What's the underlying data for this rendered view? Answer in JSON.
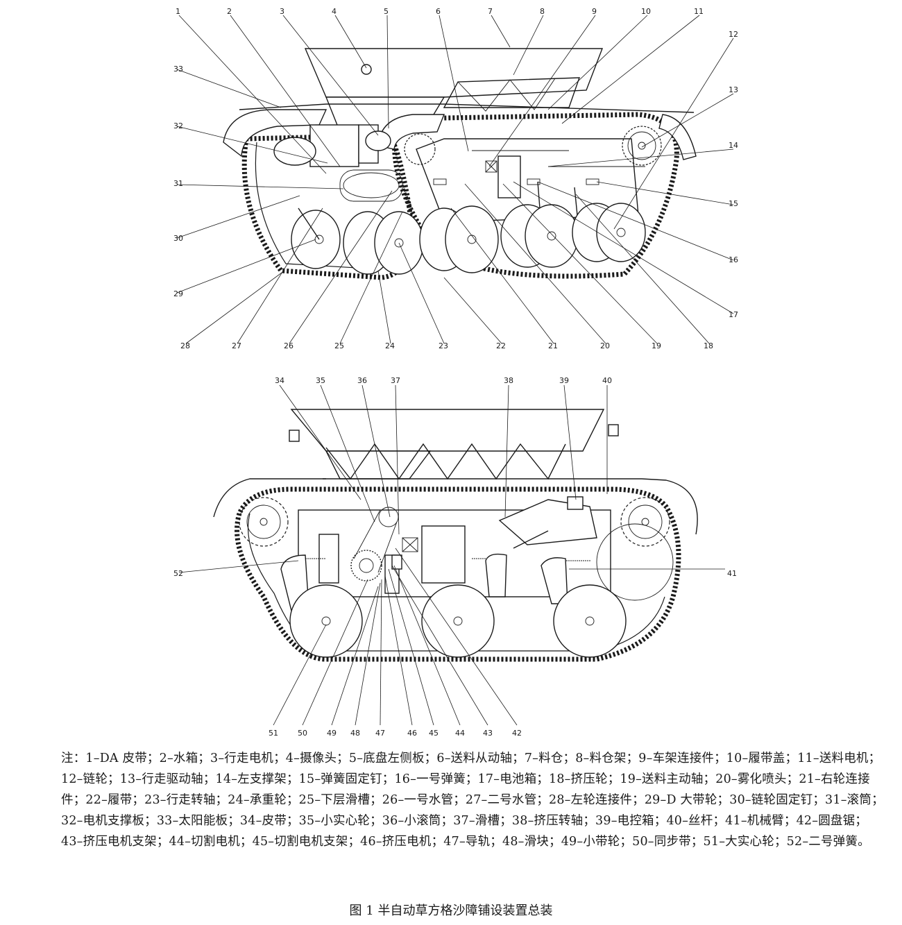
{
  "figure": {
    "top_view_labels": [
      "1",
      "2",
      "3",
      "4",
      "5",
      "6",
      "7",
      "8",
      "9",
      "10",
      "11",
      "12",
      "13",
      "14",
      "15",
      "16",
      "17",
      "18",
      "19",
      "20",
      "21",
      "22",
      "23",
      "24",
      "25",
      "26",
      "27",
      "28",
      "29",
      "30",
      "31",
      "32",
      "33"
    ],
    "side_view_labels": [
      "34",
      "35",
      "36",
      "37",
      "38",
      "39",
      "40",
      "41",
      "42",
      "43",
      "44",
      "45",
      "46",
      "47",
      "48",
      "49",
      "50",
      "51",
      "52"
    ]
  },
  "notes": {
    "prefix": "注：",
    "text": "1–DA 皮带；2–水箱；3–行走电机；4–摄像头；5–底盘左侧板；6–送料从动轴；7–料仓；8–料仓架；9–车架连接件；10–履带盖；11–送料电机；12–链轮；13–行走驱动轴；14–左支撑架；15–弹簧固定钉；16–一号弹簧；17–电池箱；18–挤压轮；19–送料主动轴；20–雾化喷头；21–右轮连接件；22–履带；23–行走转轴；24–承重轮；25–下层滑槽；26–一号水管；27–二号水管；28–左轮连接件；29–D 大带轮；30–链轮固定钉；31–滚筒；32–电机支撑板；33–太阳能板；34–皮带；35–小实心轮；36–小滚筒；37–滑槽；38–挤压转轴；39–电控箱；40–丝杆；41–机械臂；42–圆盘锯；43–挤压电机支架；44–切割电机；45–切割电机支架；46–挤压电机；47–导轨；48–滑块；49–小带轮；50–同步带；51–大实心轮；52–二号弹簧。"
  },
  "caption": "图 1  半自动草方格沙障铺设装置总装"
}
